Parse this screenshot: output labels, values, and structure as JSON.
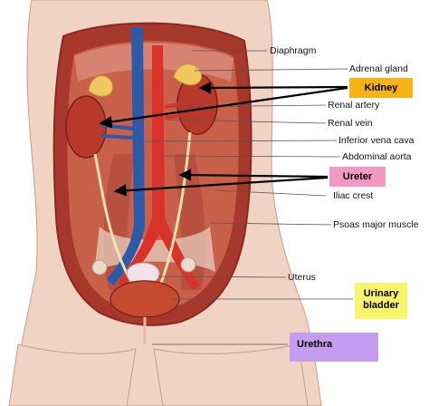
{
  "labels": {
    "diaphragm": "Diaphragm",
    "adrenal_gland": "Adrenal gland",
    "renal_artery": "Renal artery",
    "renal_vein": "Renal vein",
    "inferior_vena_cava": "Inferior vena cava",
    "abdominal_aorta": "Abdominal aorta",
    "iliac_crest": "Iliac crest",
    "psoas_major_muscle": "Psoas major muscle",
    "uterus": "Uterus"
  },
  "highlights": {
    "kidney": {
      "text": "Kidney",
      "color": "#f5b316"
    },
    "ureter": {
      "text": "Ureter",
      "color": "#f39ac4"
    },
    "urinary_bladder_line1": "Urinary",
    "urinary_bladder_line2": "bladder",
    "urinary_bladder_color": "#f8f56b",
    "urethra": {
      "text": "Urethra",
      "color": "#c49cf0"
    }
  },
  "colors": {
    "skin": "#f1d3c3",
    "muscle": "#c8604a",
    "kidney": "#b8392b",
    "adrenal": "#f0c860",
    "artery": "#d9322a",
    "vein": "#2a5aa8",
    "bladder": "#c64a30"
  }
}
